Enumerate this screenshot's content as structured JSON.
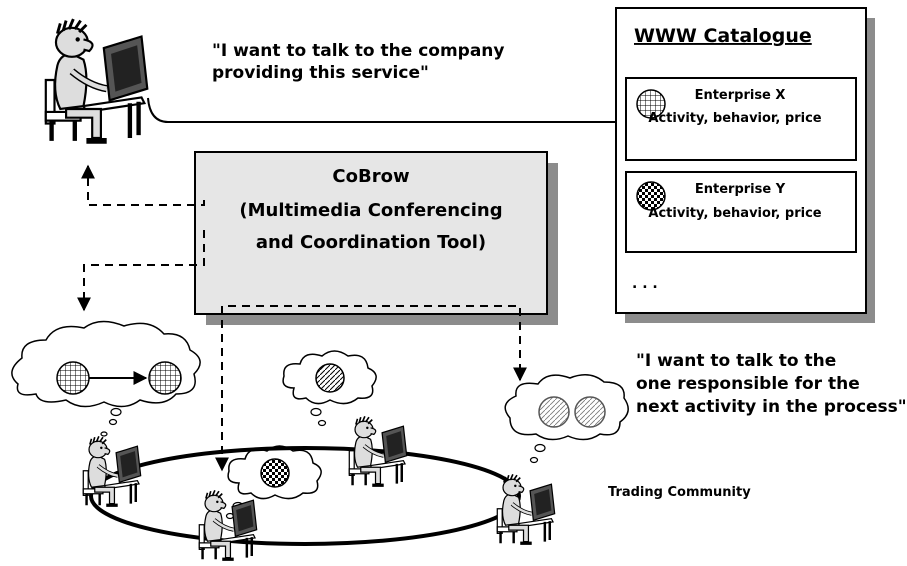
{
  "quotes": {
    "user_quote_line1": "\"I want to talk to the company",
    "user_quote_line2": "providing this service\"",
    "community_quote_line1": "\"I want to talk to the",
    "community_quote_line2": "one responsible for the",
    "community_quote_line3": "next activity in the process\""
  },
  "cobrow": {
    "title": "CoBrow",
    "line2": "(Multimedia Conferencing",
    "line3": "and Coordination Tool)"
  },
  "catalogue": {
    "title": "WWW Catalogue",
    "entries": [
      {
        "name": "Enterprise X",
        "detail": "Activity, behavior, price"
      },
      {
        "name": "Enterprise Y",
        "detail": "Activity, behavior, price"
      }
    ],
    "ellipsis": ". . ."
  },
  "community": {
    "label": "Trading Community"
  },
  "colors": {
    "box_fill": "#e6e6e6",
    "shadow": "#8c8c8c",
    "ink": "#000000"
  },
  "icons": [
    "user-at-computer-icon",
    "thought-cloud-icon",
    "hatched-circle-icon",
    "checkered-circle-icon"
  ]
}
